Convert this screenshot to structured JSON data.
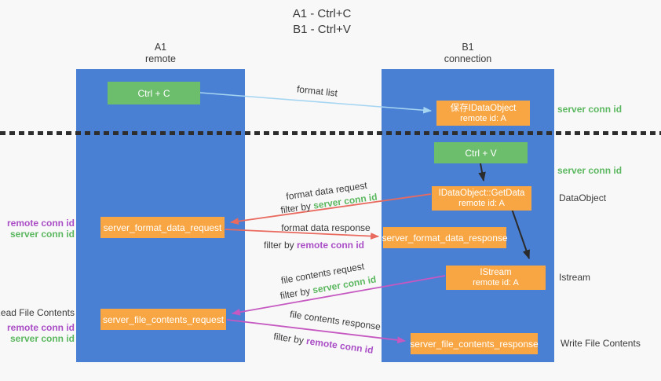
{
  "title": {
    "line1": "A1 - Ctrl+C",
    "line2": "B1 - Ctrl+V"
  },
  "lanes": {
    "left": {
      "name": "A1",
      "subtitle": "remote"
    },
    "right": {
      "name": "B1",
      "subtitle": "connection"
    }
  },
  "nodes": {
    "ctrl_c": "Ctrl + C",
    "ctrl_v": "Ctrl + V",
    "save_dataobject": {
      "line1": "保存IDataObject",
      "line2": "remote id: A"
    },
    "getdata": {
      "line1": "IDataObject::GetData",
      "line2": "remote id: A"
    },
    "istream": {
      "line1": "IStream",
      "line2": "remote id: A"
    },
    "format_request": "server_format_data_request",
    "format_response": "server_format_data_response",
    "file_request": "server_file_contents_request",
    "file_response": "server_file_contents_response"
  },
  "side_labels": {
    "server_conn_id_top": "server conn id",
    "server_conn_id_mid": "server conn id",
    "dataobject": "DataObject",
    "istream": "Istream",
    "write_file_contents": "Write File Contents",
    "read_file_contents": "Read File Contents",
    "remote_conn_id_format": "remote conn id",
    "server_conn_id_format": "server conn id",
    "remote_conn_id_file": "remote conn id",
    "server_conn_id_file": "server conn id"
  },
  "arrow_labels": {
    "format_list": "format list",
    "format_data_request": "format data request",
    "format_data_response": "format data response",
    "file_contents_request": "file contents request",
    "file_contents_response": "file contents response",
    "filter_by": "filter by ",
    "server_conn_id": "server conn id",
    "remote_conn_id": "remote conn id"
  },
  "colors": {
    "lane_blue": "#4a80d4",
    "node_green": "#6cbe6d",
    "node_orange": "#f7a643",
    "arrow_light_blue": "#a6d5f2",
    "arrow_red": "#e96a5f",
    "arrow_magenta": "#c558c1",
    "arrow_black": "#2b2b2b",
    "label_green": "#5cb860",
    "label_purple": "#aa4ec6",
    "text_dark": "#3a3a3a"
  }
}
